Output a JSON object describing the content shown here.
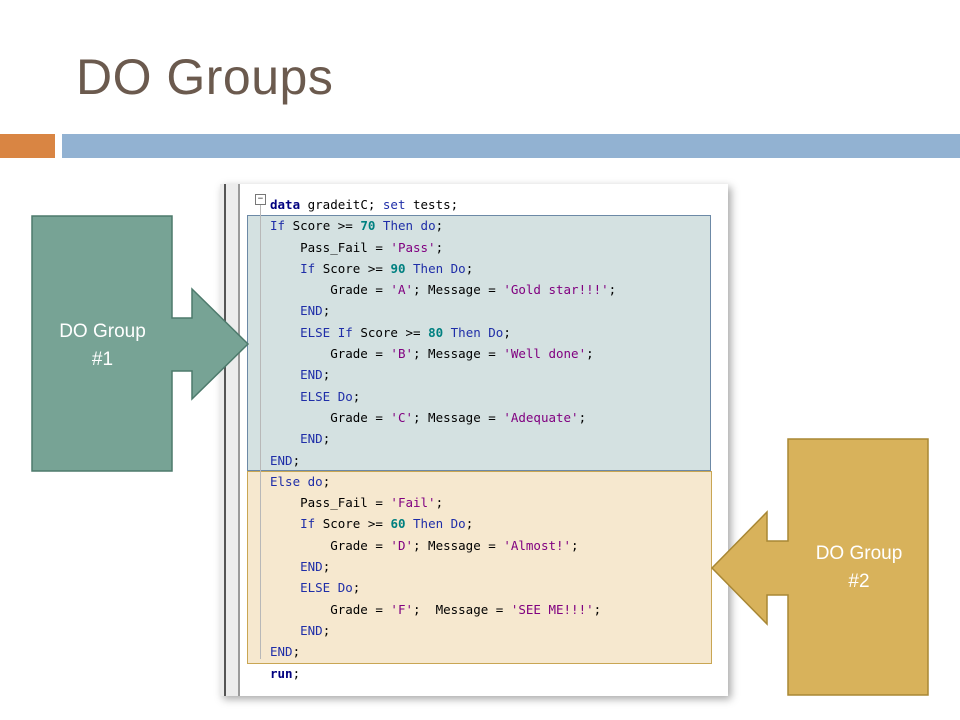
{
  "slide": {
    "title": "DO Groups",
    "accent_orange": "#d98543",
    "accent_blue": "#92b2d2"
  },
  "callouts": [
    {
      "label_line1": "DO Group",
      "label_line2": "#1",
      "color": "#77a395"
    },
    {
      "label_line1": "DO Group",
      "label_line2": "#2",
      "color": "#d8b25b"
    }
  ],
  "code": {
    "fold_symbol": "−",
    "lines": [
      [
        {
          "t": "data",
          "c": "kwb"
        },
        {
          "t": " gradeitC; "
        },
        {
          "t": "set",
          "c": "kw"
        },
        {
          "t": " tests;"
        }
      ],
      [
        {
          "t": "If",
          "c": "kw"
        },
        {
          "t": " Score >= "
        },
        {
          "t": "70",
          "c": "num"
        },
        {
          "t": " "
        },
        {
          "t": "Then do",
          "c": "kw"
        },
        {
          "t": ";"
        }
      ],
      [
        {
          "t": "    Pass_Fail = "
        },
        {
          "t": "'Pass'",
          "c": "str"
        },
        {
          "t": ";"
        }
      ],
      [
        {
          "t": "    "
        },
        {
          "t": "If",
          "c": "kw"
        },
        {
          "t": " Score >= "
        },
        {
          "t": "90",
          "c": "num"
        },
        {
          "t": " "
        },
        {
          "t": "Then Do",
          "c": "kw"
        },
        {
          "t": ";"
        }
      ],
      [
        {
          "t": "        Grade = "
        },
        {
          "t": "'A'",
          "c": "str"
        },
        {
          "t": "; Message = "
        },
        {
          "t": "'Gold star!!!'",
          "c": "str"
        },
        {
          "t": ";"
        }
      ],
      [
        {
          "t": "    "
        },
        {
          "t": "END",
          "c": "kw"
        },
        {
          "t": ";"
        }
      ],
      [
        {
          "t": "    "
        },
        {
          "t": "ELSE If",
          "c": "kw"
        },
        {
          "t": " Score >= "
        },
        {
          "t": "80",
          "c": "num"
        },
        {
          "t": " "
        },
        {
          "t": "Then Do",
          "c": "kw"
        },
        {
          "t": ";"
        }
      ],
      [
        {
          "t": "        Grade = "
        },
        {
          "t": "'B'",
          "c": "str"
        },
        {
          "t": "; Message = "
        },
        {
          "t": "'Well done'",
          "c": "str"
        },
        {
          "t": ";"
        }
      ],
      [
        {
          "t": "    "
        },
        {
          "t": "END",
          "c": "kw"
        },
        {
          "t": ";"
        }
      ],
      [
        {
          "t": "    "
        },
        {
          "t": "ELSE Do",
          "c": "kw"
        },
        {
          "t": ";"
        }
      ],
      [
        {
          "t": "        Grade = "
        },
        {
          "t": "'C'",
          "c": "str"
        },
        {
          "t": "; Message = "
        },
        {
          "t": "'Adequate'",
          "c": "str"
        },
        {
          "t": ";"
        }
      ],
      [
        {
          "t": "    "
        },
        {
          "t": "END",
          "c": "kw"
        },
        {
          "t": ";"
        }
      ],
      [
        {
          "t": "END",
          "c": "kw"
        },
        {
          "t": ";"
        }
      ],
      [
        {
          "t": "Else do",
          "c": "kw"
        },
        {
          "t": ";"
        }
      ],
      [
        {
          "t": "    Pass_Fail = "
        },
        {
          "t": "'Fail'",
          "c": "str"
        },
        {
          "t": ";"
        }
      ],
      [
        {
          "t": "    "
        },
        {
          "t": "If",
          "c": "kw"
        },
        {
          "t": " Score >= "
        },
        {
          "t": "60",
          "c": "num"
        },
        {
          "t": " "
        },
        {
          "t": "Then Do",
          "c": "kw"
        },
        {
          "t": ";"
        }
      ],
      [
        {
          "t": "        Grade = "
        },
        {
          "t": "'D'",
          "c": "str"
        },
        {
          "t": "; Message = "
        },
        {
          "t": "'Almost!'",
          "c": "str"
        },
        {
          "t": ";"
        }
      ],
      [
        {
          "t": "    "
        },
        {
          "t": "END",
          "c": "kw"
        },
        {
          "t": ";"
        }
      ],
      [
        {
          "t": "    "
        },
        {
          "t": "ELSE Do",
          "c": "kw"
        },
        {
          "t": ";"
        }
      ],
      [
        {
          "t": "        Grade = "
        },
        {
          "t": "'F'",
          "c": "str"
        },
        {
          "t": ";  Message = "
        },
        {
          "t": "'SEE ME!!!'",
          "c": "str"
        },
        {
          "t": ";"
        }
      ],
      [
        {
          "t": "    "
        },
        {
          "t": "END",
          "c": "kw"
        },
        {
          "t": ";"
        }
      ],
      [
        {
          "t": "END",
          "c": "kw"
        },
        {
          "t": ";"
        }
      ],
      [
        {
          "t": "run",
          "c": "kwb"
        },
        {
          "t": ";"
        }
      ]
    ]
  }
}
